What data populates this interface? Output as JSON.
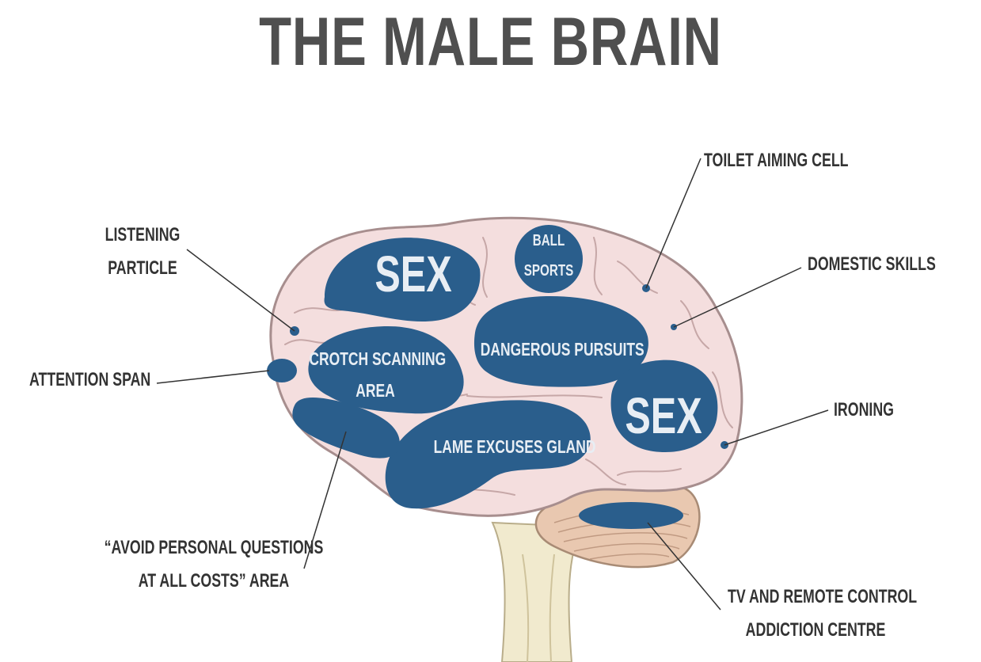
{
  "title": "THE MALE BRAIN",
  "colors": {
    "title": "#4f4f4f",
    "label": "#333333",
    "region_fill": "#2a5e8c",
    "region_text": "#e8eef4",
    "brain_fill": "#f4dede",
    "brain_outline": "#a78e8e",
    "cerebellum": "#e9c8b0",
    "stem": "#f1eace"
  },
  "regions": {
    "sex_top": "SEX",
    "ball_sports": [
      "BALL",
      "SPORTS"
    ],
    "crotch_scanning": [
      "CROTCH SCANNING",
      "AREA"
    ],
    "dangerous_pursuits": "DANGEROUS PURSUITS",
    "sex_right": "SEX",
    "lame_excuses": "LAME EXCUSES GLAND"
  },
  "labels": {
    "listening_particle": [
      "LISTENING",
      "PARTICLE"
    ],
    "attention_span": "ATTENTION SPAN",
    "avoid_personal": [
      "“AVOID PERSONAL QUESTIONS",
      "AT ALL COSTS” AREA"
    ],
    "toilet_aiming": "TOILET AIMING CELL",
    "domestic_skills": "DOMESTIC SKILLS",
    "ironing": "IRONING",
    "tv_remote": [
      "TV AND REMOTE CONTROL",
      "ADDICTION CENTRE"
    ]
  }
}
